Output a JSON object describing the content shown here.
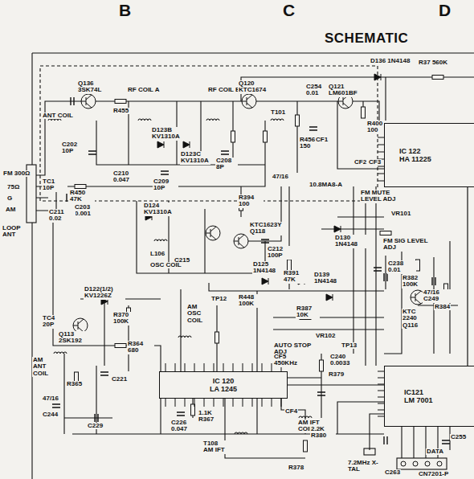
{
  "diagram": {
    "title": "SCHEMATIC",
    "nodes": [
      {
        "text": [
          "IC 122",
          "HA 11225"
        ]
      },
      {
        "text": [
          "IC 120",
          "LA 1245"
        ]
      },
      {
        "text": [
          "IC121",
          "LM 7001"
        ]
      }
    ],
    "edges": [
      {
        "from": 1,
        "to": 2,
        "arrow": "none"
      },
      {
        "from": 0,
        "to": 2,
        "arrow": "none"
      }
    ],
    "labels": [
      "B",
      "C",
      "D",
      "FM 300Ω",
      "75Ω",
      "G",
      "AM",
      "LOOP ANT",
      "ANT COIL",
      "TC1 10P",
      "C202 10P",
      "Q136 3SK74L",
      "R455",
      "RF COIL A",
      "D123B KV1310A",
      "D123C KV1310A",
      "RF COIL B",
      "C208 8P",
      "Q120 KTC1674",
      "T101",
      "R456 150",
      "CF1",
      "C254 0.01",
      "Q121 LM601BF",
      "R400 100",
      "CF2",
      "CF3",
      "10.8MA8-A",
      "D136 1N4148",
      "R37 560K",
      "C210 0.047",
      "C209 10P",
      "R450 47K",
      "C203 0.001",
      "C211 0.02",
      "47/16",
      "D124 KV1310A",
      "L106",
      "C215",
      "OSC COIL",
      "KTC1623Y Q118",
      "R394 100",
      "C212 100P",
      "TP12",
      "D125 1N4148",
      "R391 47K",
      "D139 1N4148",
      "FM MUTE LEVEL ADJ",
      "VR101",
      "D130 1N4148",
      "FM SIG LEVEL ADJ",
      "C238 0.01",
      "R382 100K",
      "47/16 C249",
      "KTC 2240 Q116",
      "R384",
      "D122(1/2) KV1226Z",
      "R370 100K",
      "TC4 20P",
      "Q113 2SK192",
      "R364 680",
      "AM ANT COIL",
      "R365",
      "C221",
      "47/16",
      "C244",
      "C229",
      "AM OSC COIL",
      "R448 100K",
      "R387 10K",
      "VR102",
      "AUTO STOP ADJ",
      "CF5 450KHz",
      "C240 0.0033",
      "R379",
      "TP13",
      "CF4",
      "AM IFT COIL B",
      "C226 0.047",
      "1.1K R367",
      "T108 AM IFT",
      "R378",
      "2.2K R380",
      "7.2MHz X-TAL",
      "C255",
      "C263",
      "DATA",
      "CN7201-P"
    ]
  }
}
